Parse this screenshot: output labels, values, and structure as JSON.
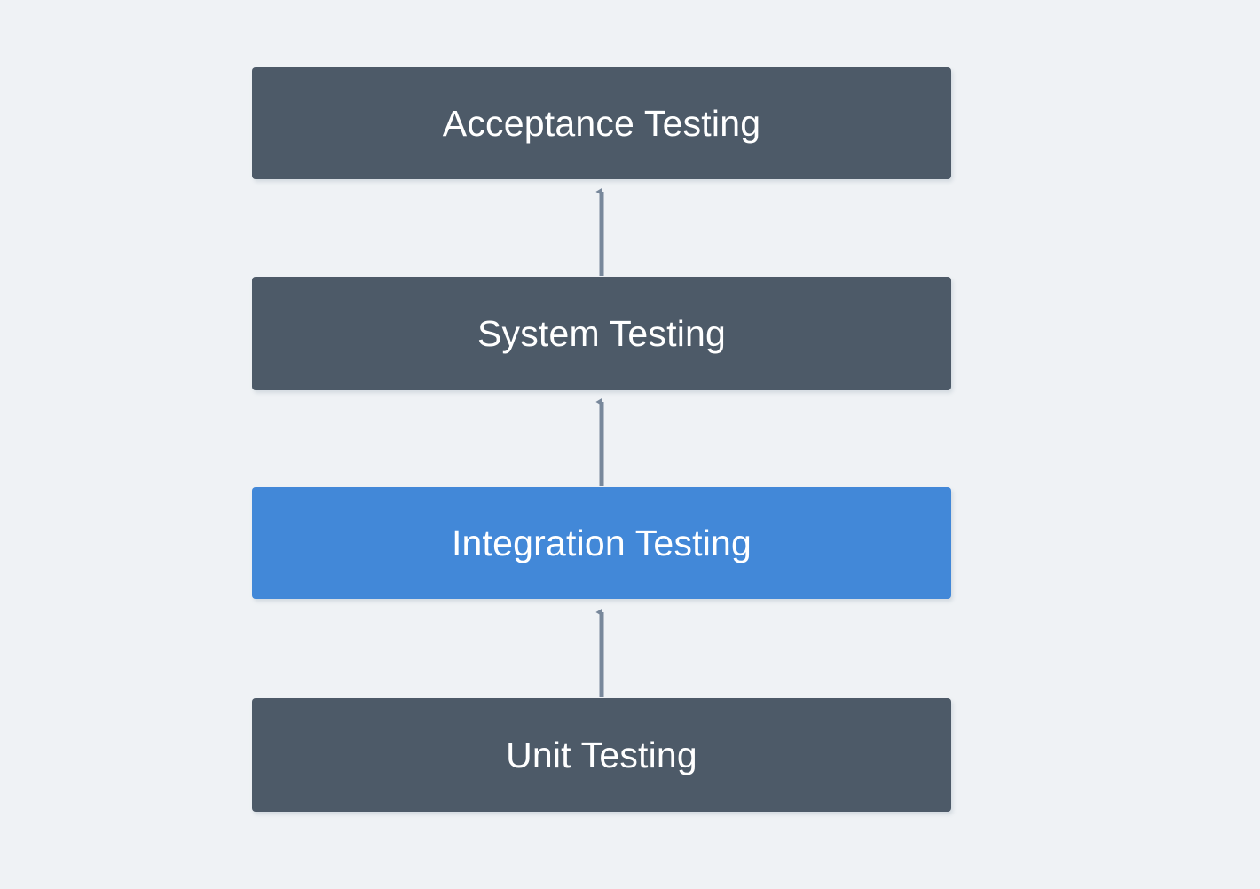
{
  "diagram": {
    "type": "flow-diagram",
    "orientation": "bottom-to-top",
    "background_color": "#eff2f5",
    "nodes": [
      {
        "id": "acceptance",
        "label": "Acceptance Testing",
        "fill_color": "#4d5a68",
        "text_color": "#ffffff",
        "state": "normal"
      },
      {
        "id": "system",
        "label": "System Testing",
        "fill_color": "#4d5a68",
        "text_color": "#ffffff",
        "state": "normal"
      },
      {
        "id": "integration",
        "label": "Integration Testing",
        "fill_color": "#4288d8",
        "text_color": "#ffffff",
        "state": "highlighted"
      },
      {
        "id": "unit",
        "label": "Unit Testing",
        "fill_color": "#4d5a68",
        "text_color": "#ffffff",
        "state": "normal"
      }
    ],
    "edges": [
      {
        "id": "unit-to-integration",
        "from": "unit",
        "to": "integration",
        "arrow": "up",
        "color": "#78889b"
      },
      {
        "id": "integration-to-system",
        "from": "integration",
        "to": "system",
        "arrow": "up",
        "color": "#78889b"
      },
      {
        "id": "system-to-acceptance",
        "from": "system",
        "to": "acceptance",
        "arrow": "up",
        "color": "#78889b"
      }
    ]
  }
}
